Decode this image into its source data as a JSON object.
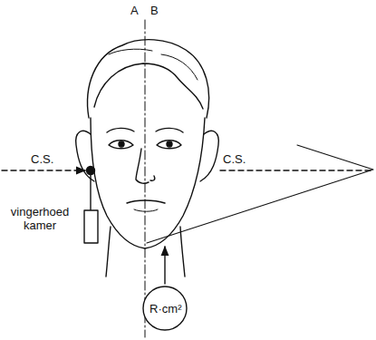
{
  "diagram": {
    "nodes": [
      {
        "text": [
          "R·cm²"
        ]
      }
    ],
    "labels": [
      "A",
      "B",
      "C.S.",
      "C.S.",
      "vingerhoed kamer"
    ]
  }
}
